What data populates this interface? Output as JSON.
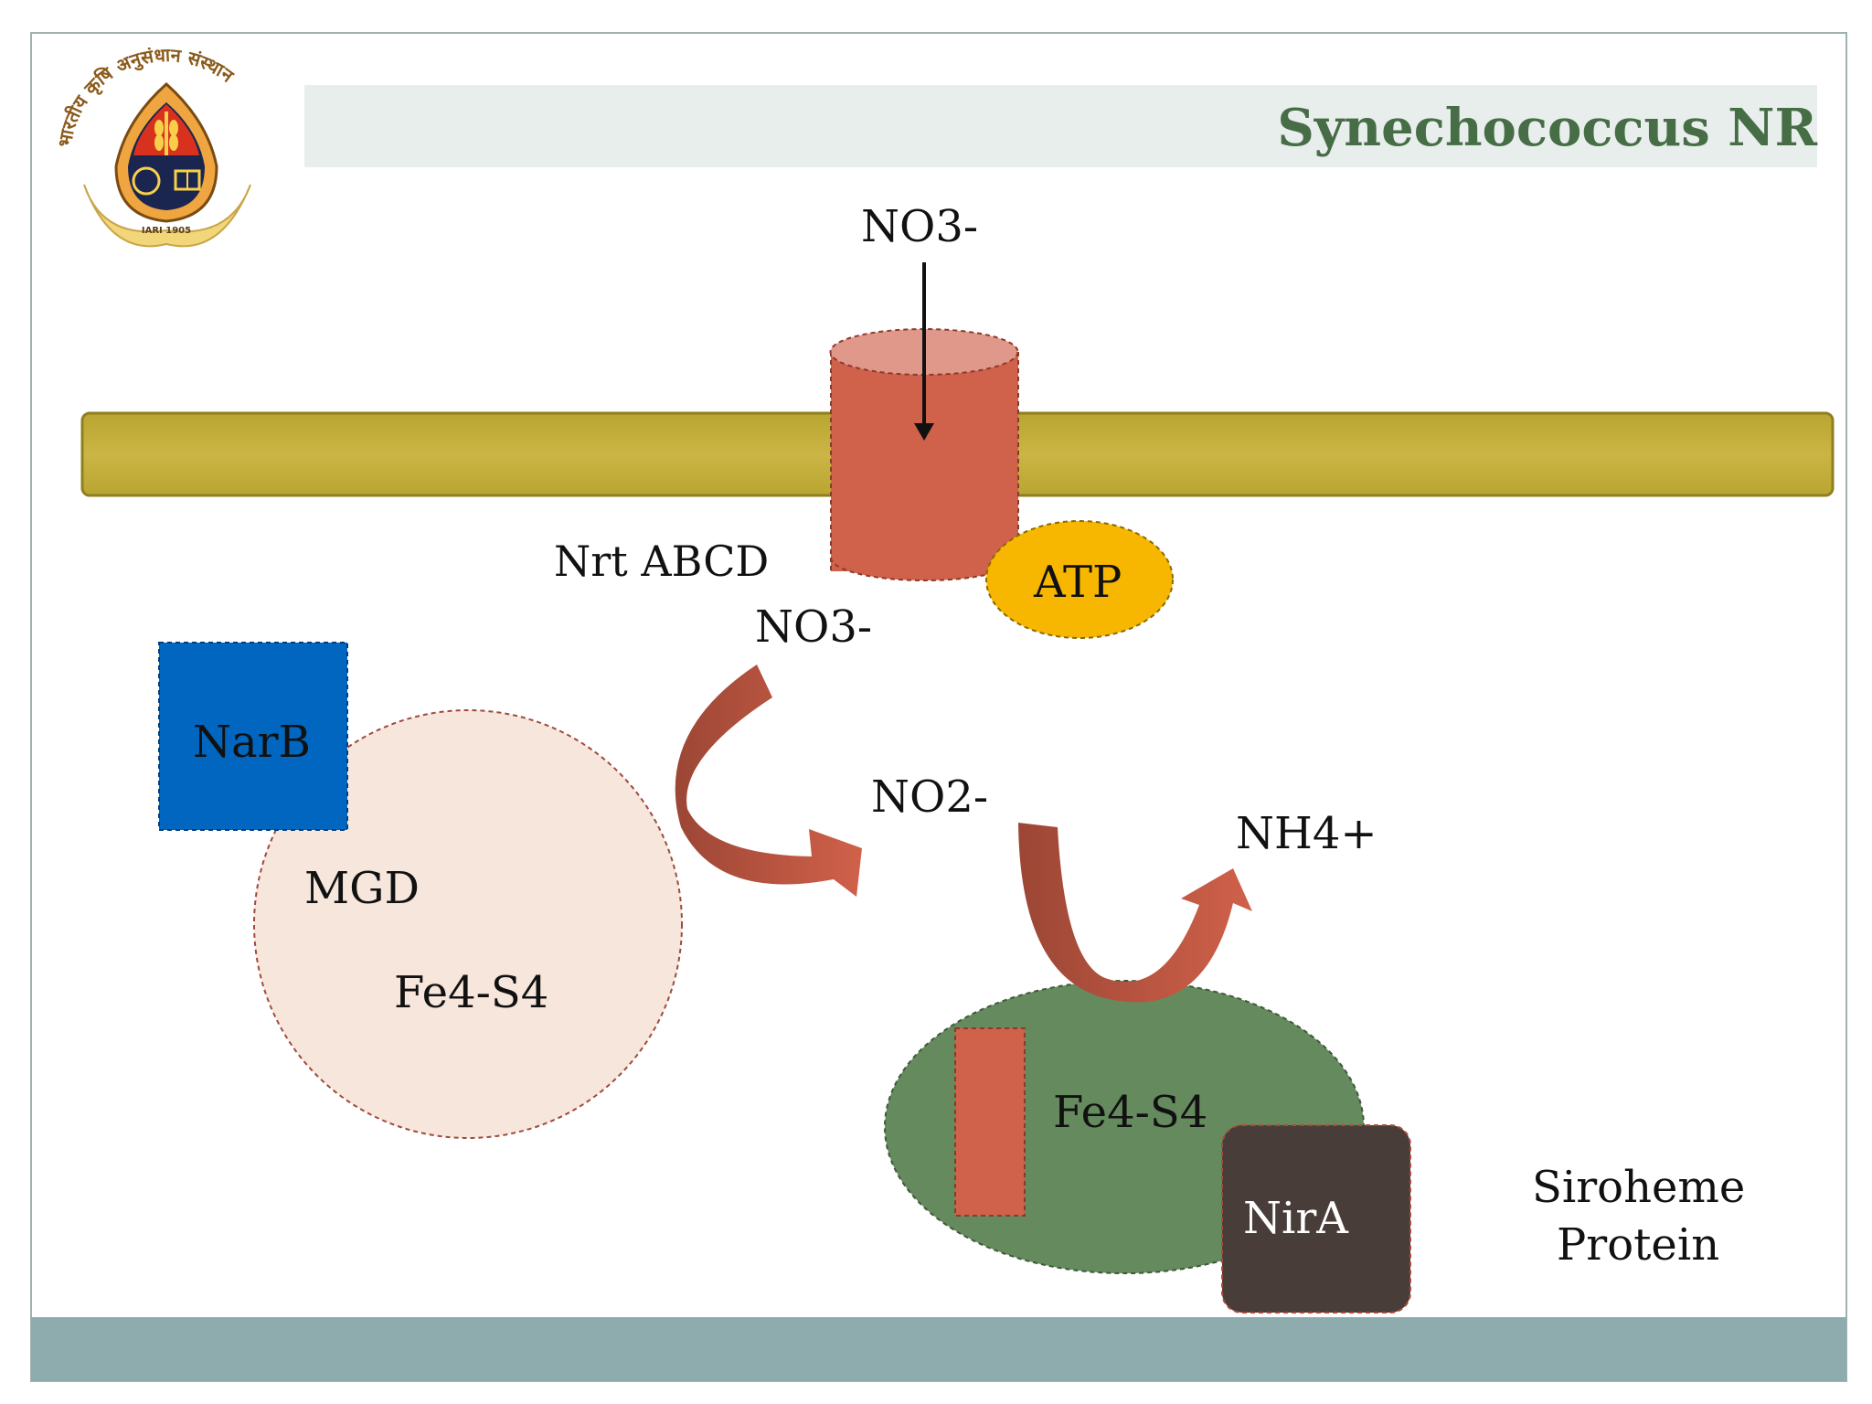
{
  "slide": {
    "title": "Synechococcus NR",
    "logo": {
      "kind": "institution-seal-logo",
      "text": "भारतीय कृषि अनुसंधान संस्थान IARI 1905"
    }
  },
  "diagram": {
    "membrane_transporter_label": "Nrt ABCD",
    "atp_label": "ATP",
    "nitrate_outside": "NO3-",
    "nitrate_inside": "NO3-",
    "nitrite": "NO2-",
    "ammonium": "NH4+",
    "narb_label": "NarB",
    "mgd_label": "MGD",
    "fe4s4_left": "Fe4-S4",
    "fe4s4_right": "Fe4-S4",
    "nira_label": "NirA",
    "siroheme_line1": "Siroheme",
    "siroheme_line2": "Protein"
  },
  "colors": {
    "membrane": "#c8b33e",
    "transporter": "#d0614a",
    "atp": "#f7b700",
    "narb": "#0066c0",
    "mgd_circle": "#f6e6dc",
    "arrow": "#b24f3c",
    "green_protein": "#658a5e",
    "nira": "#483d38",
    "title": "#466d45",
    "footer": "#8eabad"
  }
}
